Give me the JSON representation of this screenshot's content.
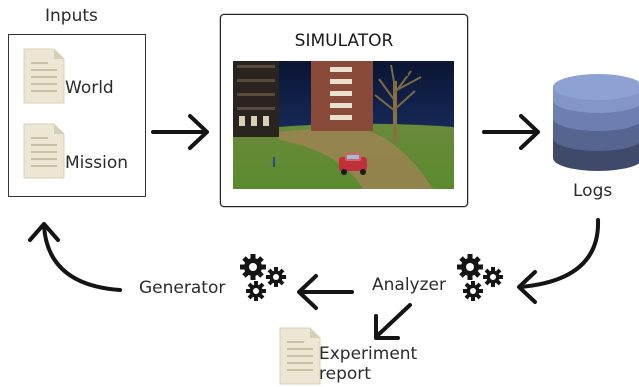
{
  "inputs": {
    "title": "Inputs",
    "world_label": "World",
    "mission_label": "Mission"
  },
  "simulator": {
    "title": "SIMULATOR"
  },
  "logs": {
    "label": "Logs"
  },
  "analyzer": {
    "label": "Analyzer"
  },
  "generator": {
    "label": "Generator"
  },
  "report": {
    "line1": "Experiment",
    "line2": "report"
  },
  "colors": {
    "document_fill": "#ece7d4",
    "document_lines": "#c9c1a3",
    "db_top": "#8da2d3",
    "db_mid": "#6d7fb0",
    "db_low": "#56658f",
    "db_bottom": "#3f4a6a",
    "arrow": "#141414"
  },
  "icons": [
    "document-icon",
    "database-icon",
    "gears-icon",
    "arrow-icon"
  ]
}
